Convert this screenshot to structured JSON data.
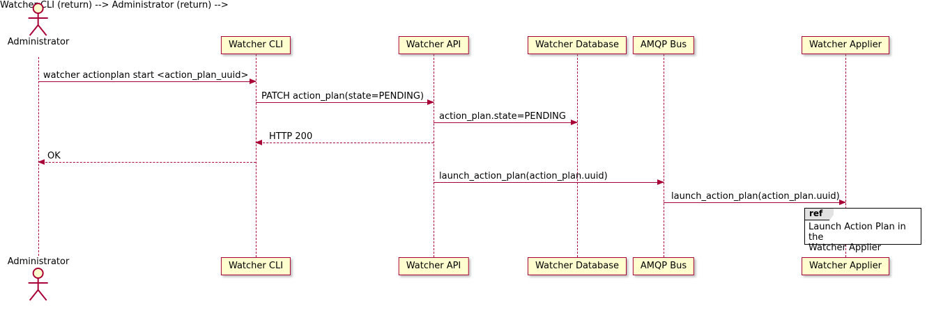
{
  "colors": {
    "accent": "#A80036",
    "participant_fill": "#FEFECE",
    "lifeline": "#A80036",
    "frame_border": "#000000",
    "text": "#000000"
  },
  "actor": {
    "label": "Administrator"
  },
  "participants": [
    {
      "label": "Watcher CLI"
    },
    {
      "label": "Watcher API"
    },
    {
      "label": "Watcher Database"
    },
    {
      "label": "AMQP Bus"
    },
    {
      "label": "Watcher Applier"
    }
  ],
  "messages": [
    {
      "from": "Administrator",
      "to": "Watcher CLI",
      "label": "watcher actionplan start <action_plan_uuid>",
      "style": "solid"
    },
    {
      "from": "Watcher CLI",
      "to": "Watcher API",
      "label": "PATCH action_plan(state=PENDING)",
      "style": "solid"
    },
    {
      "from": "Watcher API",
      "to": "Watcher Database",
      "label": "action_plan.state=PENDING",
      "style": "solid"
    },
    {
      "from": "Watcher API",
      "to": "Watcher CLI",
      "label": "HTTP 200",
      "style": "dashed"
    },
    {
      "from": "Watcher CLI",
      "to": "Administrator",
      "label": "OK",
      "style": "dashed"
    },
    {
      "from": "Watcher API",
      "to": "AMQP Bus",
      "label": "launch_action_plan(action_plan.uuid)",
      "style": "solid"
    },
    {
      "from": "AMQP Bus",
      "to": "Watcher Applier",
      "label": "launch_action_plan(action_plan.uuid)",
      "style": "solid"
    }
  ],
  "ref": {
    "keyword": "ref",
    "lines": [
      "Launch Action Plan in the",
      "Watcher Applier"
    ]
  }
}
